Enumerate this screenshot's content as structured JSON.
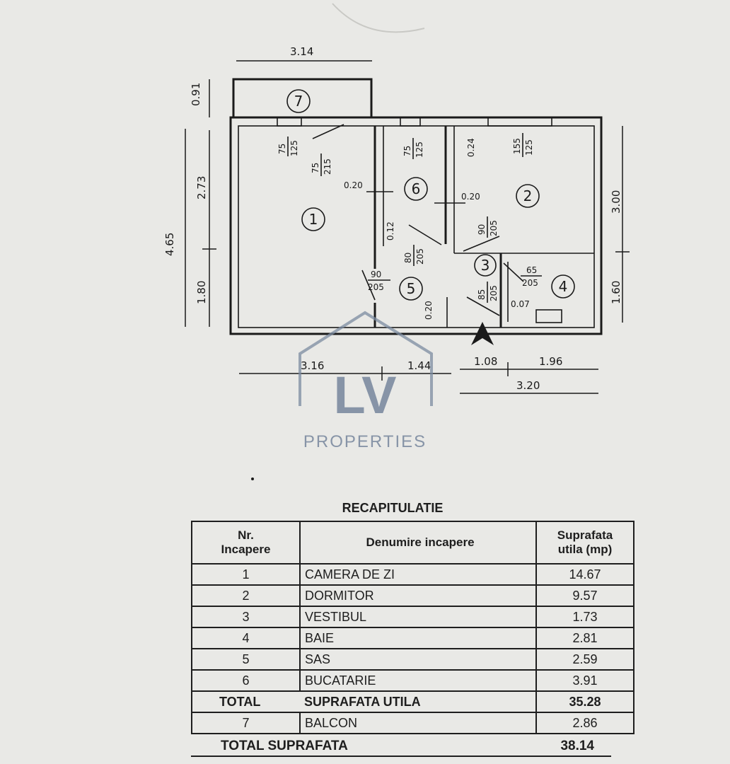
{
  "plan": {
    "dims": {
      "top_width": "3.14",
      "balcony_depth": "0.91",
      "left_total": "4.65",
      "left_upper": "2.73",
      "left_lower": "1.80",
      "right_upper": "3.00",
      "right_lower": "1.60",
      "bottom_a": "3.16",
      "bottom_b": "1.44",
      "bottom_c": "1.08",
      "bottom_d": "1.96",
      "bottom_e": "3.20"
    },
    "rooms": [
      "1",
      "2",
      "3",
      "4",
      "5",
      "6",
      "7"
    ],
    "annotations": {
      "win1_top": "75",
      "win1_bot": "125",
      "door1_top": "75",
      "door1_bot": "215",
      "win6_top": "75",
      "win6_bot": "125",
      "wall_024": "0.24",
      "win2_top": "155",
      "win2_bot": "125",
      "wall_020a": "0.20",
      "wall_020b": "0.20",
      "door2_top": "90",
      "door2_bot": "205",
      "wall_012": "0.12",
      "door6_top": "80",
      "door6_bot": "205",
      "door5_top": "90",
      "door5_bot": "205",
      "wall_020c": "0.20",
      "door4_top": "65",
      "door4_bot": "205",
      "door3_top": "85",
      "door3_bot": "205",
      "wall_007": "0.07"
    }
  },
  "watermark": {
    "logo": "LV",
    "text": "PROPERTIES"
  },
  "recap": {
    "title": "RECAPITULATIE",
    "headers": {
      "nr_line1": "Nr.",
      "nr_line2": "Incapere",
      "name": "Denumire incapere",
      "area_line1": "Suprafata",
      "area_line2": "utila (mp)"
    },
    "rows": [
      {
        "nr": "1",
        "name": "CAMERA DE ZI",
        "area": "14.67"
      },
      {
        "nr": "2",
        "name": "DORMITOR",
        "area": "9.57"
      },
      {
        "nr": "3",
        "name": "VESTIBUL",
        "area": "1.73"
      },
      {
        "nr": "4",
        "name": "BAIE",
        "area": "2.81"
      },
      {
        "nr": "5",
        "name": "SAS",
        "area": "2.59"
      },
      {
        "nr": "6",
        "name": "BUCATARIE",
        "area": "3.91"
      }
    ],
    "total_useful": {
      "label_a": "TOTAL",
      "label_b": "SUPRAFATA UTILA",
      "value": "35.28"
    },
    "balcony": {
      "nr": "7",
      "name": "BALCON",
      "area": "2.86"
    },
    "total": {
      "label": "TOTAL SUPRAFATA",
      "value": "38.14"
    }
  }
}
